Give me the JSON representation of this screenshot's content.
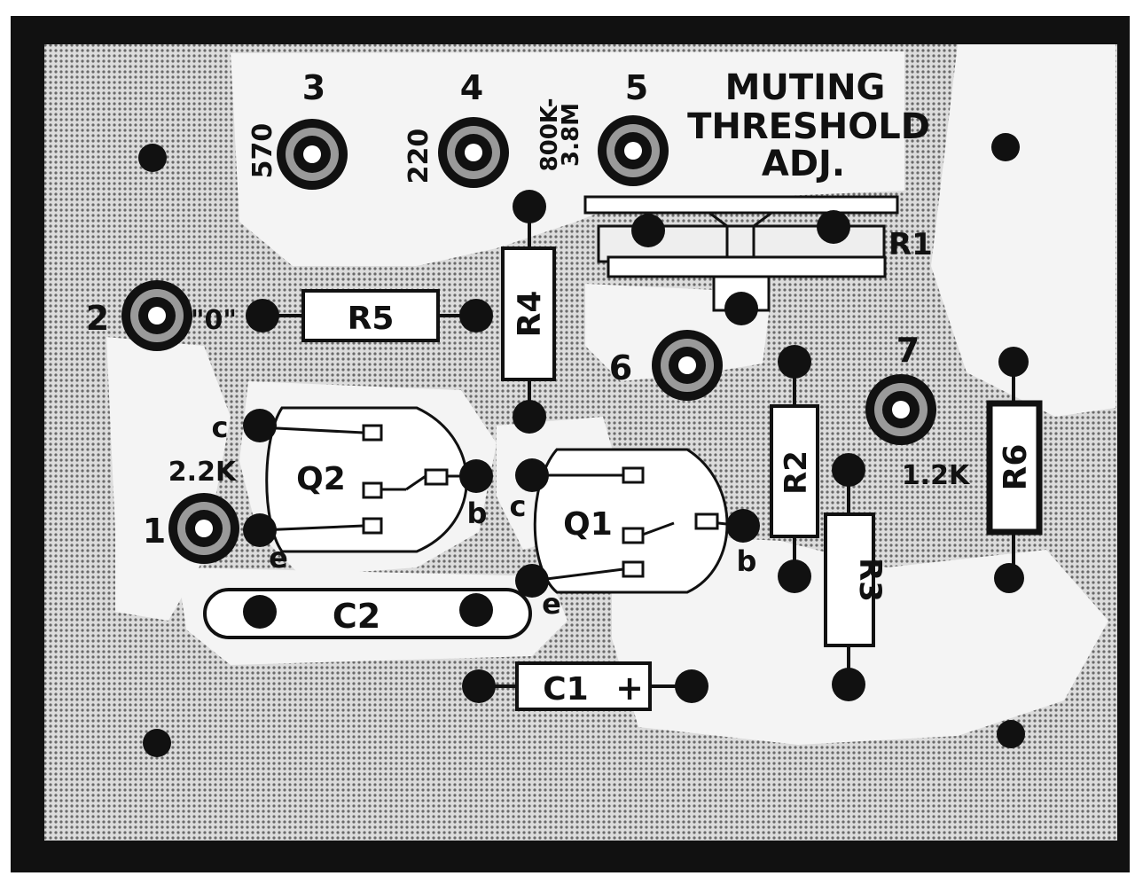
{
  "diagram": {
    "title": {
      "line1": "MUTING",
      "line2": "THRESHOLD",
      "line3": "ADJ."
    },
    "terminals": [
      {
        "id": "1",
        "label": "1"
      },
      {
        "id": "2",
        "label": "2"
      },
      {
        "id": "3",
        "label": "3"
      },
      {
        "id": "4",
        "label": "4"
      },
      {
        "id": "5",
        "label": "5"
      },
      {
        "id": "6",
        "label": "6"
      },
      {
        "id": "7",
        "label": "7"
      }
    ],
    "values": {
      "t3": "570",
      "t4": "220",
      "t5_a": "800K-",
      "t5_b": "3.8M",
      "t2": "\"0\"",
      "t1": "2.2K",
      "t7": "1.2K"
    },
    "components": {
      "R1": "R1",
      "R2": "R2",
      "R3": "R3",
      "R4": "R4",
      "R5": "R5",
      "R6": "R6",
      "C1": "C1",
      "C1_polarity": "+",
      "C2": "C2",
      "Q1": "Q1",
      "Q2": "Q2"
    },
    "transistor_pins": {
      "q2_c": "c",
      "q2_b": "b",
      "q2_e": "e",
      "q1_c": "c",
      "q1_b": "b",
      "q1_e": "e"
    },
    "colors": {
      "frame": "#111111",
      "board": "#c9c9c9",
      "trace": "#f4f4f4",
      "ink": "#111111"
    }
  }
}
